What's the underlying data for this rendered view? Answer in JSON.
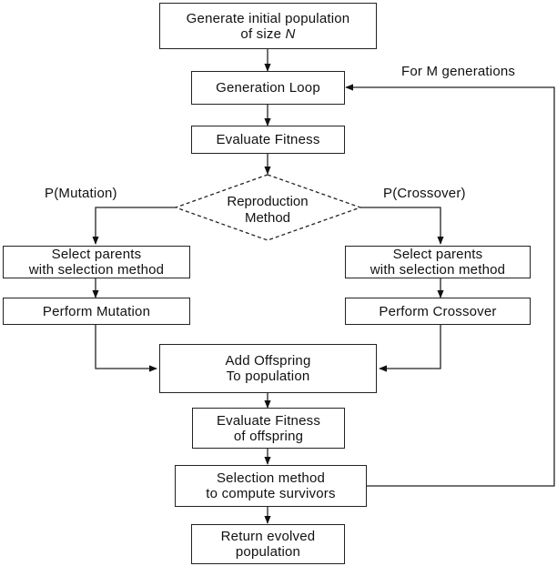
{
  "nodes": {
    "generate_population": {
      "line1": "Generate initial population",
      "line2_prefix": "of size ",
      "line2_var": "N"
    },
    "generation_loop": {
      "text": "Generation Loop"
    },
    "evaluate_fitness": {
      "text": "Evaluate Fitness"
    },
    "reproduction_method": {
      "line1": "Reproduction",
      "line2": "Method"
    },
    "select_parents_left": {
      "line1": "Select parents",
      "line2": "with selection method"
    },
    "select_parents_right": {
      "line1": "Select parents",
      "line2": "with selection method"
    },
    "perform_mutation": {
      "text": "Perform Mutation"
    },
    "perform_crossover": {
      "text": "Perform Crossover"
    },
    "add_offspring": {
      "line1": "Add Offspring",
      "line2": "To population"
    },
    "evaluate_fitness_offspring": {
      "line1": "Evaluate Fitness",
      "line2": "of offspring"
    },
    "selection_survivors": {
      "line1": "Selection method",
      "line2": "to compute survivors"
    },
    "return_population": {
      "line1": "Return evolved",
      "line2": "population"
    }
  },
  "edge_labels": {
    "loop": "For M generations",
    "mutation": "P(Mutation)",
    "crossover": "P(Crossover)"
  }
}
